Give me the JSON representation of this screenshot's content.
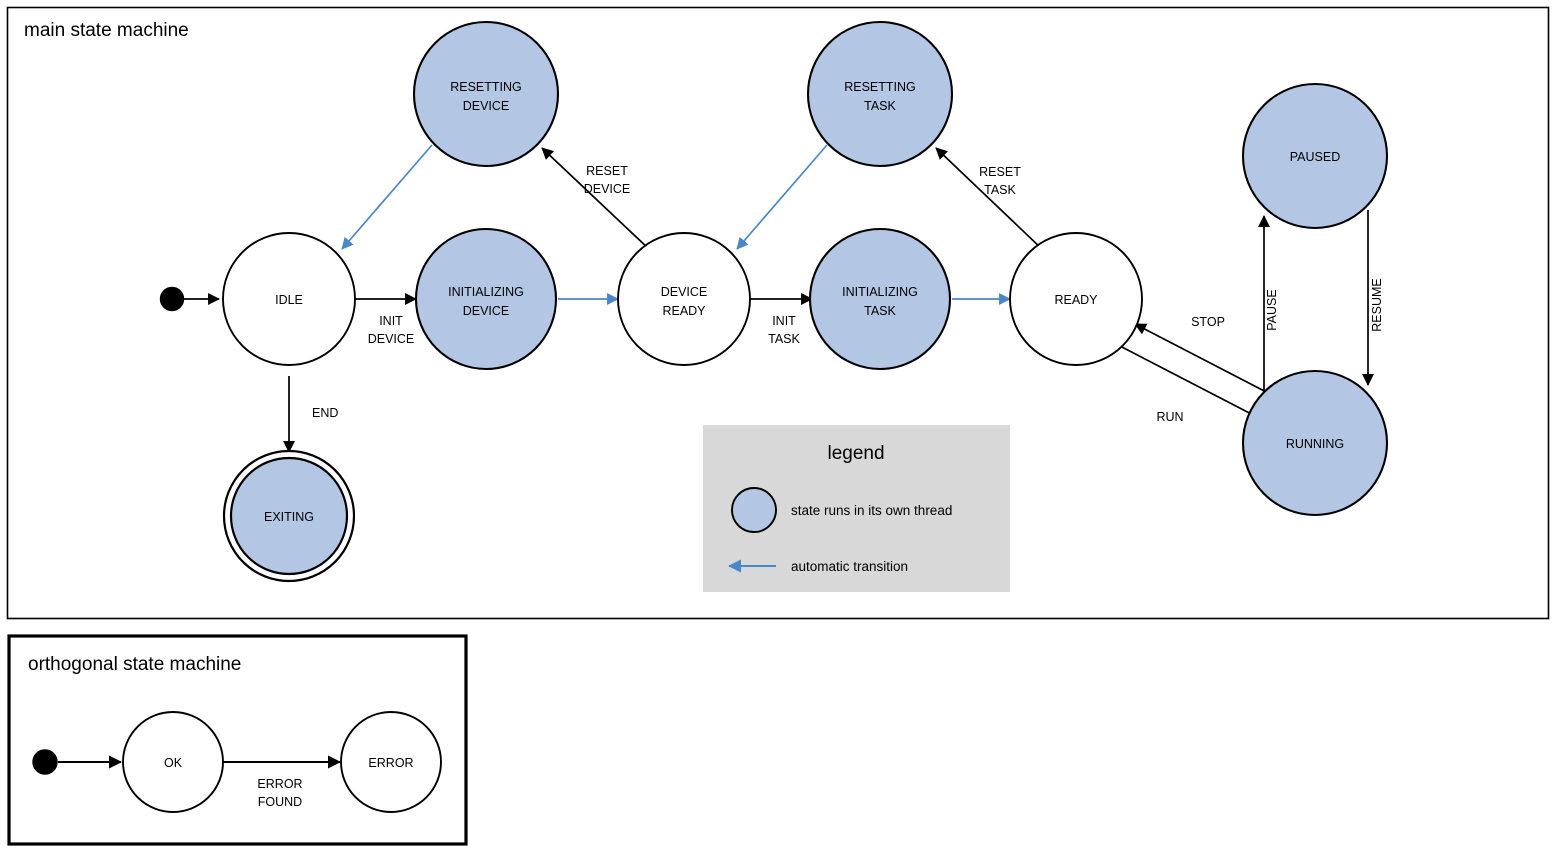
{
  "colors": {
    "thread_state_fill": "#b3c6e3",
    "plain_state_fill": "#ffffff",
    "stroke": "#000000",
    "auto_transition": "#4a86c8",
    "legend_background": "#d8d8d8",
    "canvas": "#ffffff"
  },
  "frames": [
    {
      "id": "main",
      "title": "main state machine"
    },
    {
      "id": "orthogonal",
      "title": "orthogonal state machine"
    }
  ],
  "main": {
    "title": "main state machine",
    "states": [
      {
        "id": "idle",
        "label": "IDLE",
        "label_lines": [
          "IDLE"
        ],
        "threaded": false,
        "final": false
      },
      {
        "id": "resetting-device",
        "label": "RESETTING DEVICE",
        "label_lines": [
          "RESETTING",
          "DEVICE"
        ],
        "threaded": true,
        "final": false
      },
      {
        "id": "initializing-device",
        "label": "INITIALIZING DEVICE",
        "label_lines": [
          "INITIALIZING",
          "DEVICE"
        ],
        "threaded": true,
        "final": false
      },
      {
        "id": "device-ready",
        "label": "DEVICE READY",
        "label_lines": [
          "DEVICE",
          "READY"
        ],
        "threaded": false,
        "final": false
      },
      {
        "id": "resetting-task",
        "label": "RESETTING TASK",
        "label_lines": [
          "RESETTING",
          "TASK"
        ],
        "threaded": true,
        "final": false
      },
      {
        "id": "initializing-task",
        "label": "INITIALIZING TASK",
        "label_lines": [
          "INITIALIZING",
          "TASK"
        ],
        "threaded": true,
        "final": false
      },
      {
        "id": "ready",
        "label": "READY",
        "label_lines": [
          "READY"
        ],
        "threaded": false,
        "final": false
      },
      {
        "id": "paused",
        "label": "PAUSED",
        "label_lines": [
          "PAUSED"
        ],
        "threaded": true,
        "final": false
      },
      {
        "id": "running",
        "label": "RUNNING",
        "label_lines": [
          "RUNNING"
        ],
        "threaded": true,
        "final": false
      },
      {
        "id": "exiting",
        "label": "EXITING",
        "label_lines": [
          "EXITING"
        ],
        "threaded": true,
        "final": true
      }
    ],
    "transitions": [
      {
        "id": "start-idle",
        "from": "start",
        "to": "idle",
        "label_lines": [],
        "automatic": false
      },
      {
        "id": "idle-init-device",
        "from": "idle",
        "to": "initializing-device",
        "label_lines": [
          "INIT",
          "DEVICE"
        ],
        "automatic": false
      },
      {
        "id": "init-device-ready",
        "from": "initializing-device",
        "to": "device-ready",
        "label_lines": [],
        "automatic": true
      },
      {
        "id": "device-ready-reset",
        "from": "device-ready",
        "to": "resetting-device",
        "label_lines": [
          "RESET",
          "DEVICE"
        ],
        "automatic": false
      },
      {
        "id": "resetting-device-idle",
        "from": "resetting-device",
        "to": "idle",
        "label_lines": [],
        "automatic": true
      },
      {
        "id": "device-ready-init-task",
        "from": "device-ready",
        "to": "initializing-task",
        "label_lines": [
          "INIT",
          "TASK"
        ],
        "automatic": false
      },
      {
        "id": "init-task-ready",
        "from": "initializing-task",
        "to": "ready",
        "label_lines": [],
        "automatic": true
      },
      {
        "id": "ready-reset-task",
        "from": "ready",
        "to": "resetting-task",
        "label_lines": [
          "RESET",
          "TASK"
        ],
        "automatic": false
      },
      {
        "id": "resetting-task-dev",
        "from": "resetting-task",
        "to": "device-ready",
        "label_lines": [],
        "automatic": true
      },
      {
        "id": "ready-run",
        "from": "ready",
        "to": "running",
        "label_lines": [
          "RUN"
        ],
        "automatic": false
      },
      {
        "id": "running-stop",
        "from": "running",
        "to": "ready",
        "label_lines": [
          "STOP"
        ],
        "automatic": false
      },
      {
        "id": "running-pause",
        "from": "running",
        "to": "paused",
        "label_lines": [
          "PAUSE"
        ],
        "automatic": false,
        "vertical_label": true
      },
      {
        "id": "paused-resume",
        "from": "paused",
        "to": "running",
        "label_lines": [
          "RESUME"
        ],
        "automatic": false,
        "vertical_label": true
      },
      {
        "id": "idle-end",
        "from": "idle",
        "to": "exiting",
        "label_lines": [
          "END"
        ],
        "automatic": false
      }
    ],
    "edge_labels": {
      "init_device": [
        "INIT",
        "DEVICE"
      ],
      "reset_device": [
        "RESET",
        "DEVICE"
      ],
      "init_task": [
        "INIT",
        "TASK"
      ],
      "reset_task": [
        "RESET",
        "TASK"
      ],
      "run": "RUN",
      "stop": "STOP",
      "pause": "PAUSE",
      "resume": "RESUME",
      "end": "END"
    }
  },
  "legend": {
    "title": "legend",
    "entries": [
      {
        "id": "threaded-state",
        "symbol": "filled-circle",
        "text": "state runs in its own thread"
      },
      {
        "id": "automatic-arrow",
        "symbol": "blue-arrow",
        "text": "automatic transition"
      }
    ]
  },
  "orthogonal": {
    "title": "orthogonal state machine",
    "states": [
      {
        "id": "ok",
        "label": "OK",
        "label_lines": [
          "OK"
        ],
        "threaded": false,
        "final": false
      },
      {
        "id": "error",
        "label": "ERROR",
        "label_lines": [
          "ERROR"
        ],
        "threaded": false,
        "final": false
      }
    ],
    "transitions": [
      {
        "id": "start-ok",
        "from": "start",
        "to": "ok",
        "label_lines": []
      },
      {
        "id": "ok-error",
        "from": "ok",
        "to": "error",
        "label_lines": [
          "ERROR",
          "FOUND"
        ]
      }
    ],
    "edge_labels": {
      "error_found": [
        "ERROR",
        "FOUND"
      ]
    }
  }
}
